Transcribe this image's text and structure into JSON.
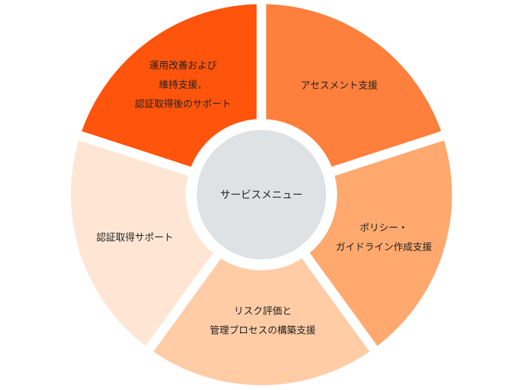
{
  "center": {
    "label": "サービスメニュー",
    "color": "#DFE2E5"
  },
  "segments": [
    {
      "lines": [
        "アセスメント支援"
      ],
      "color": "#FF7F3C"
    },
    {
      "lines": [
        "ポリシー・",
        "ガイドライン作成支援"
      ],
      "color": "#FFA96F"
    },
    {
      "lines": [
        "リスク評価と",
        "管理プロセスの構築支援"
      ],
      "color": "#FFCCA6"
    },
    {
      "lines": [
        "認証取得サポート"
      ],
      "color": "#FFE6D4"
    },
    {
      "lines": [
        "運用改善および",
        "維持支援、",
        "認証取得後のサポート"
      ],
      "color": "#FF540C"
    }
  ]
}
